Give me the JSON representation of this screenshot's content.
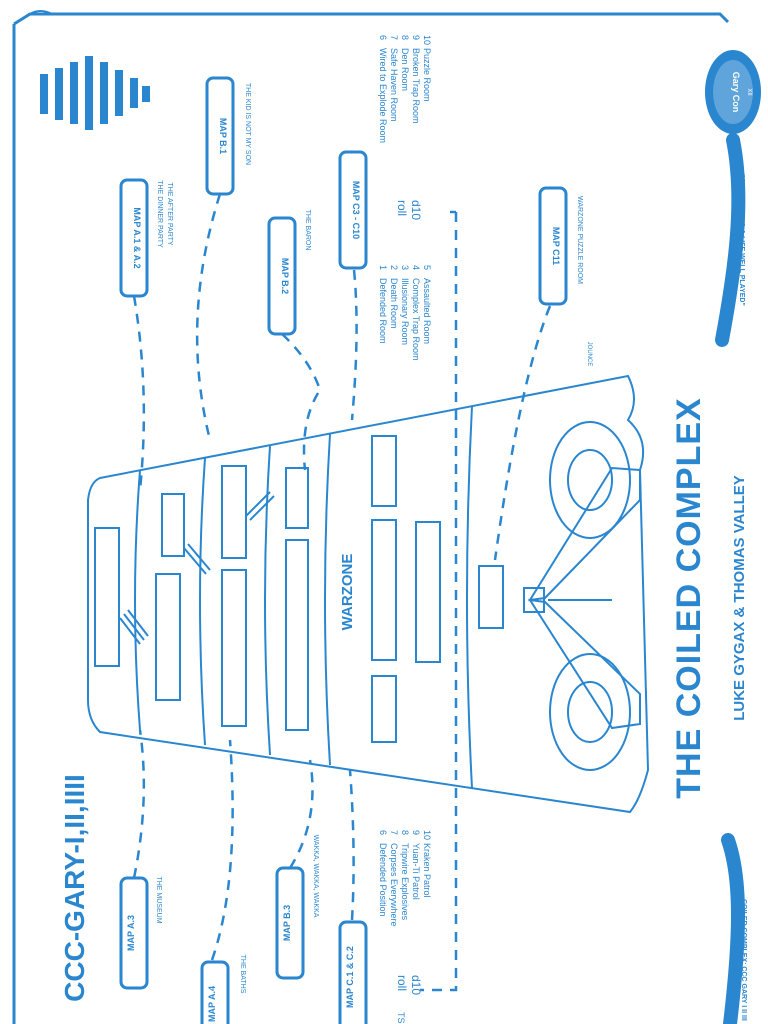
{
  "product": {
    "code": "CCC-GARY-I,II,IIII",
    "title": "THE COILED COMPLEX",
    "authors": "LUKE GYGAX & THOMAS VALLEY",
    "footer": "COILED COMPLEX: CCC GARY I II III",
    "badge": "Gary Con",
    "badge_sub": "XII",
    "tagline": "\"CELEBRATING A LIFE WELL PLAYED\"",
    "signature": "JOUNCE"
  },
  "warzone_label": "WARZONE",
  "maps": [
    {
      "label": "MAP A.1 & A.2",
      "subtitle_1": "THE DINNER PARTY",
      "subtitle_2": "THE AFTER PARTY"
    },
    {
      "label": "MAP B.1",
      "subtitle_1": "THE KID IS NOT MY SON"
    },
    {
      "label": "MAP B.2",
      "subtitle_1": "THE BARON"
    },
    {
      "label": "MAP C3 - C10"
    },
    {
      "label": "MAP C11",
      "subtitle_1": "WARZONE PUZZLE ROOM"
    },
    {
      "label": "MAP A.3",
      "subtitle_1": "THE MUSEUM"
    },
    {
      "label": "MAP B.3",
      "subtitle_1": "WAKKA, WAKKA, WAKKA"
    },
    {
      "label": "MAP A.4",
      "subtitle_1": "THE BATHS"
    },
    {
      "label": "MAP C.1 & C.2"
    }
  ],
  "table_c3_c10": {
    "roll_word": "roll",
    "die": "d10",
    "entries": [
      {
        "n": "1",
        "text": "Defended Room"
      },
      {
        "n": "2",
        "text": "Death Room"
      },
      {
        "n": "3",
        "text": "Illusionary Room"
      },
      {
        "n": "4",
        "text": "Complex Trap Room"
      },
      {
        "n": "5",
        "text": "Assaulted Room"
      },
      {
        "n": "6",
        "text": "Wired to Explode Room"
      },
      {
        "n": "7",
        "text": "Safe Haven Room"
      },
      {
        "n": "8",
        "text": "Den Room"
      },
      {
        "n": "9",
        "text": "Broken Trap Room"
      },
      {
        "n": "10",
        "text": "Puzzle Room"
      }
    ]
  },
  "table_c1_c2": {
    "roll_word": "roll",
    "die": "d10",
    "cut_text": "TS",
    "entries": [
      {
        "n": "6",
        "text": "Defended Position"
      },
      {
        "n": "7",
        "text": "Corpses Everywhere"
      },
      {
        "n": "8",
        "text": "Tripwire Explosives"
      },
      {
        "n": "9",
        "text": "Yuan-Ti Patrol"
      },
      {
        "n": "10",
        "text": "Kraken Patrol"
      }
    ]
  },
  "colors": {
    "ink": "#2a86cf",
    "badge_fill": "#2a86cf"
  }
}
